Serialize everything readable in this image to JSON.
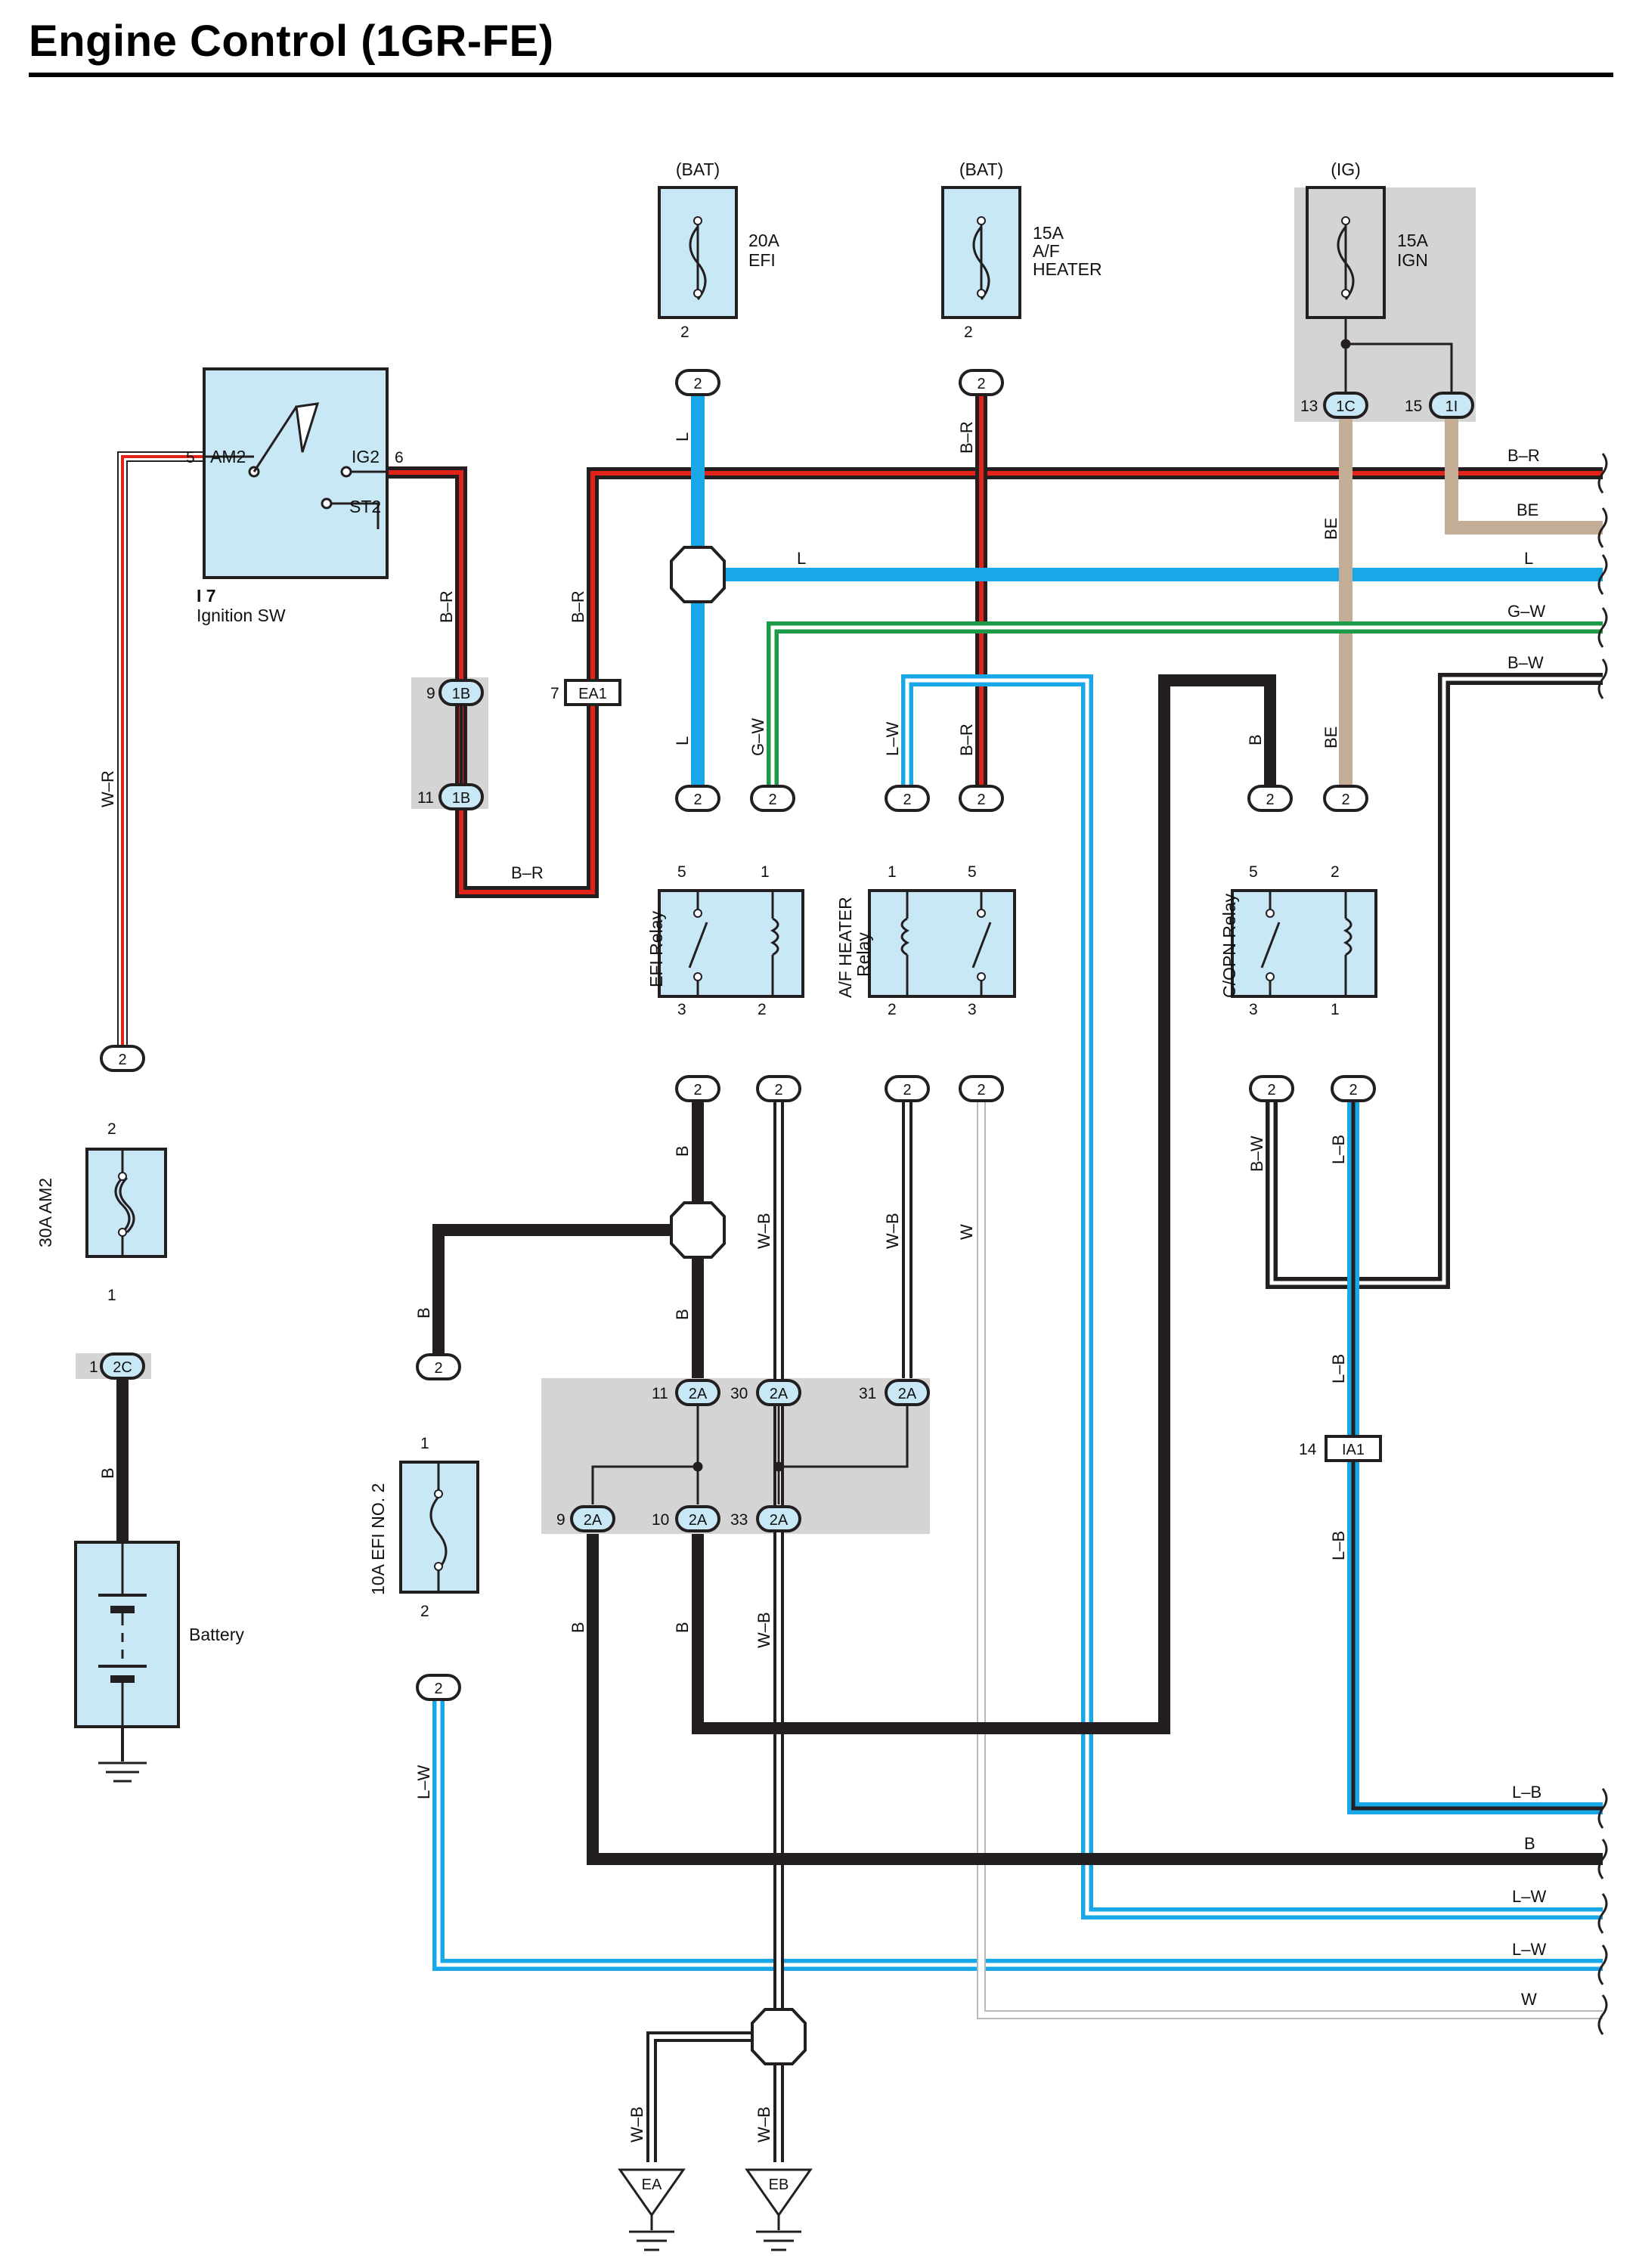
{
  "title": "Engine Control (1GR-FE)",
  "colors": {
    "B": "#231f20",
    "R": "#e32219",
    "L": "#1aa7e8",
    "G": "#1c9a48",
    "W": "#ffffff",
    "BE": "#c3ad97",
    "W_gray": "#d0d0d0",
    "component_fill": "#c9e8f6",
    "shade": "#d4d4d4"
  },
  "sources": {
    "bat1": "(BAT)",
    "bat2": "(BAT)",
    "ig": "(IG)"
  },
  "fuses": {
    "efi": {
      "amp": "20A",
      "name": "EFI"
    },
    "af_heater": {
      "amp": "15A",
      "name1": "A/F",
      "name2": "HEATER"
    },
    "ign": {
      "amp": "15A",
      "name": "IGN"
    },
    "am2": "30A AM2",
    "efi_no2": "10A EFI NO. 2"
  },
  "ignition_switch": {
    "id": "I 7",
    "name": "Ignition SW",
    "am2": "AM2",
    "ig2": "IG2",
    "st2": "ST2",
    "pin5": "5",
    "pin6": "6"
  },
  "relays": {
    "efi": "EFI Relay",
    "af1": "A/F HEATER",
    "af2": "Relay",
    "copn": "C/OPN Relay"
  },
  "battery": "Battery",
  "connectors": {
    "c2": "2",
    "c1B": "1B",
    "c1C": "1C",
    "c1I": "1I",
    "c2A": "2A",
    "c2C": "2C",
    "EA1": "EA1",
    "IA1": "IA1",
    "EA": "EA",
    "EB": "EB"
  },
  "pins": {
    "p1": "1",
    "p2": "2",
    "p3": "3",
    "p5": "5",
    "p7": "7",
    "p9": "9",
    "p10": "10",
    "p11": "11",
    "p13": "13",
    "p14": "14",
    "p15": "15",
    "p30": "30",
    "p31": "31",
    "p33": "33"
  },
  "wires": {
    "L": "L",
    "BR": "B–R",
    "BE": "BE",
    "GW": "G–W",
    "BW": "B–W",
    "WR": "W–R",
    "LW": "L–W",
    "WB": "W–B",
    "B": "B",
    "W": "W",
    "LB": "L–B"
  }
}
